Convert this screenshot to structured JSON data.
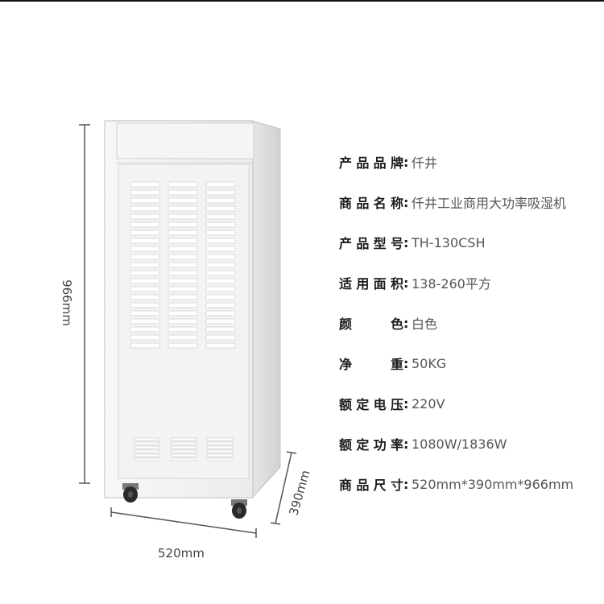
{
  "dimensions": {
    "height": "966mm",
    "width": "520mm",
    "depth": "390mm"
  },
  "specs": [
    {
      "label": "产品品牌",
      "value": "仟井"
    },
    {
      "label": "商品名称",
      "value": "仟井工业商用大功率吸湿机"
    },
    {
      "label": "产品型号",
      "value": "TH-130CSH"
    },
    {
      "label": "适用面积",
      "value": "138-260平方"
    },
    {
      "label": "颜色",
      "value": "白色"
    },
    {
      "label": "净重",
      "value": "50KG"
    },
    {
      "label": "额定电压",
      "value": "220V"
    },
    {
      "label": "额定功率",
      "value": "1080W/1836W"
    },
    {
      "label": "商品尺寸",
      "value": "520mm*390mm*966mm"
    }
  ],
  "colors": {
    "body": "#f4f4f4",
    "outline": "#c8c8c8",
    "vent": "#d9d9d9",
    "wheel": "#2a2a2a"
  }
}
